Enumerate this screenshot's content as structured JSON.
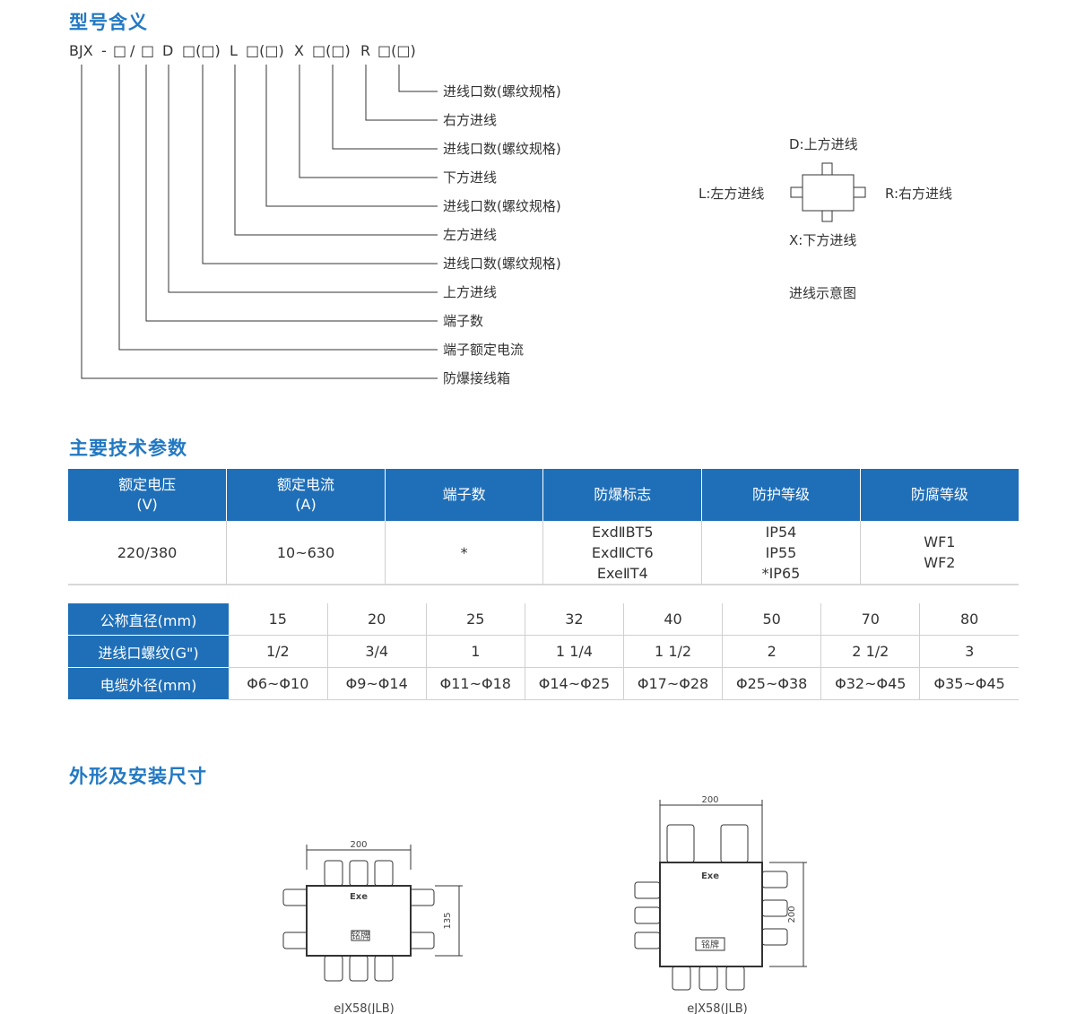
{
  "sections": {
    "model_meaning": "型号含义",
    "tech_params": "主要技术参数",
    "dimensions": "外形及安装尺寸"
  },
  "model_code": {
    "tokens": [
      "BJX",
      "-",
      "□",
      "/",
      "□",
      "D",
      "□(□)",
      "L",
      "□(□)",
      "X",
      "□(□)",
      "R",
      "□(□)"
    ],
    "labels": [
      "进线口数(螺纹规格)",
      "右方进线",
      "进线口数(螺纹规格)",
      "下方进线",
      "进线口数(螺纹规格)",
      "左方进线",
      "进线口数(螺纹规格)",
      "上方进线",
      "端子数",
      "端子额定电流",
      "防爆接线箱"
    ]
  },
  "entry_diagram": {
    "top": "D:上方进线",
    "left": "L:左方进线",
    "right": "R:右方进线",
    "bottom": "X:下方进线",
    "caption": "进线示意图"
  },
  "spec_table": {
    "headers": [
      [
        "额定电压",
        "(V)"
      ],
      [
        "额定电流",
        "(A)"
      ],
      [
        "端子数",
        ""
      ],
      [
        "防爆标志",
        ""
      ],
      [
        "防护等级",
        ""
      ],
      [
        "防腐等级",
        ""
      ]
    ],
    "row": [
      [
        "220/380"
      ],
      [
        "10~630"
      ],
      [
        "*"
      ],
      [
        "ExdⅡBT5",
        "ExdⅡCT6",
        "ExeⅡT4"
      ],
      [
        "IP54",
        "IP55",
        "*IP65"
      ],
      [
        "WF1",
        "WF2"
      ]
    ]
  },
  "size_table": {
    "rows": [
      {
        "header": "公称直径(mm)",
        "values": [
          "15",
          "20",
          "25",
          "32",
          "40",
          "50",
          "70",
          "80"
        ]
      },
      {
        "header": "进线口螺纹(G\")",
        "values": [
          "1/2",
          "3/4",
          "1",
          "1 1/4",
          "1 1/2",
          "2",
          "2 1/2",
          "3"
        ]
      },
      {
        "header": "电缆外径(mm)",
        "values": [
          "Φ6~Φ10",
          "Φ9~Φ14",
          "Φ11~Φ18",
          "Φ14~Φ25",
          "Φ17~Φ28",
          "Φ25~Φ38",
          "Φ32~Φ45",
          "Φ35~Φ45"
        ]
      }
    ]
  },
  "drawings": [
    {
      "width_dim": "200",
      "height_dim": "135",
      "box_mark": "Exe",
      "plate": "铭牌",
      "caption": "eJX58(JLB)"
    },
    {
      "width_dim": "200",
      "height_dim": "200",
      "box_mark": "Exe",
      "plate": "铭牌",
      "caption": "eJX58(JLB)"
    }
  ],
  "colors": {
    "accent": "#2278c3",
    "table_header": "#1f6fb8"
  }
}
